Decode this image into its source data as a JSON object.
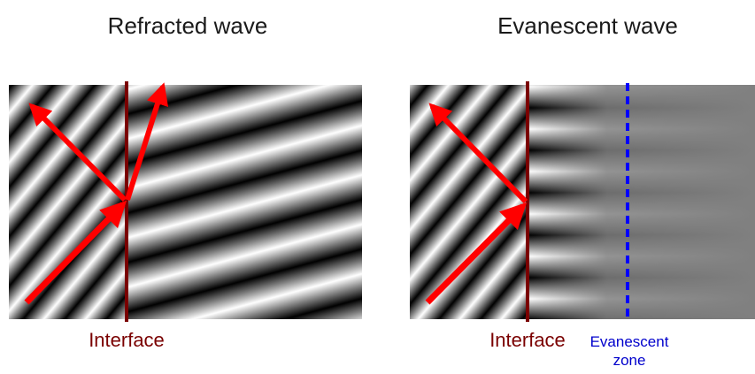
{
  "panels": [
    {
      "title": "Refracted wave",
      "interface_label": "Interface"
    },
    {
      "title": "Evanescent wave",
      "interface_label": "Interface",
      "zone_label_line1": "Evanescent",
      "zone_label_line2": "zone"
    }
  ],
  "colors": {
    "arrow": "#ff0000",
    "interface_line": "#7a0000",
    "interface_text": "#7a0000",
    "zone_line": "#0000ff",
    "zone_text": "#0000cc",
    "title_text": "#1a1a1a"
  }
}
